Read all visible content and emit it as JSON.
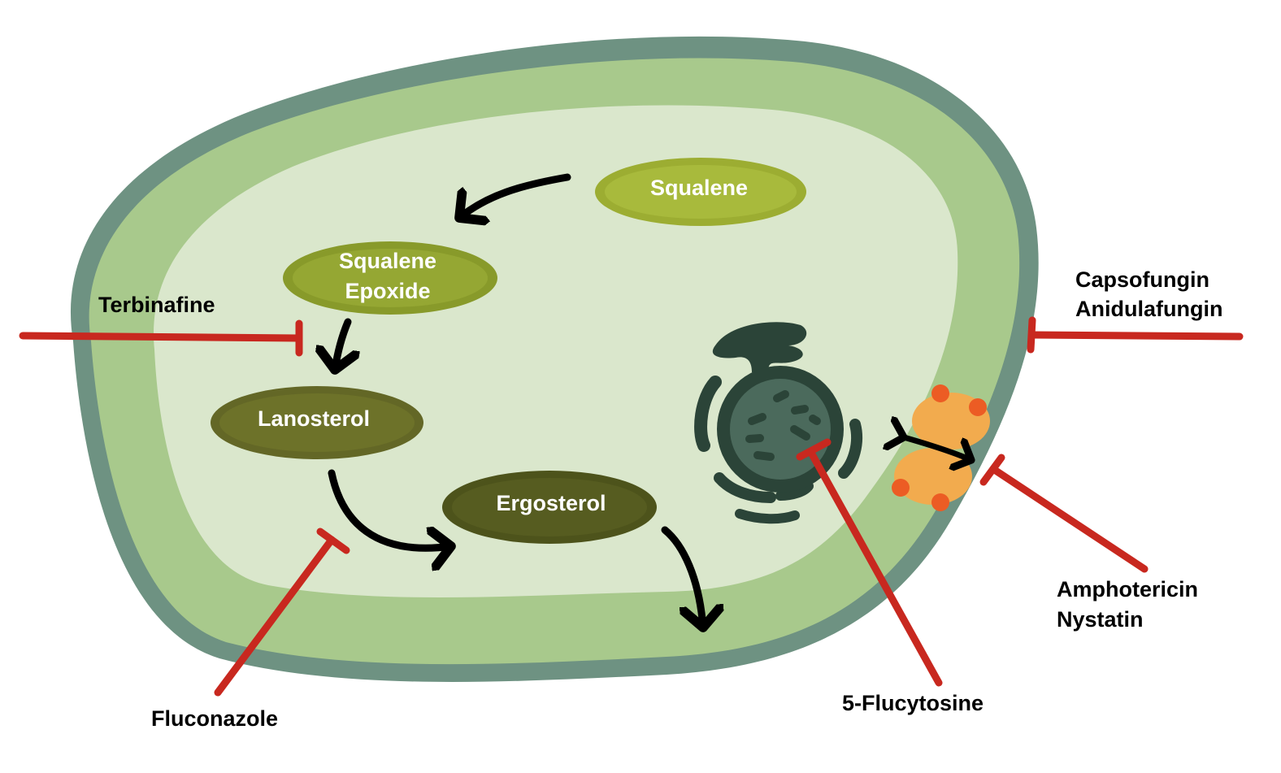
{
  "title": "Antifungal drug targets in a fungal cell",
  "colors": {
    "cell_wall": "#6e9282",
    "membrane": "#a8c98c",
    "cytoplasm": "#dae7cc",
    "inhibitor": "#c8281f",
    "arrow": "#000000",
    "squalene": "#a6b83a",
    "squalene_epoxide": "#8e9f2d",
    "lanosterol": "#6b6f27",
    "ergosterol": "#545a1e",
    "nucleus": "#2b4438",
    "pore": "#f2ab4e",
    "pore_dots": "#ec5c24"
  },
  "molecules": {
    "squalene": "Squalene",
    "squalene_epoxide_line1": "Squalene",
    "squalene_epoxide_line2": "Epoxide",
    "lanosterol": "Lanosterol",
    "ergosterol": "Ergosterol"
  },
  "drugs": {
    "terbinafine": "Terbinafine",
    "fluconazole": "Fluconazole",
    "flucytosine": "5-Flucytosine",
    "echinocandins_line1": "Capsofungin",
    "echinocandins_line2": "Anidulafungin",
    "polyenes_line1": "Amphotericin",
    "polyenes_line2": "Nystatin"
  }
}
